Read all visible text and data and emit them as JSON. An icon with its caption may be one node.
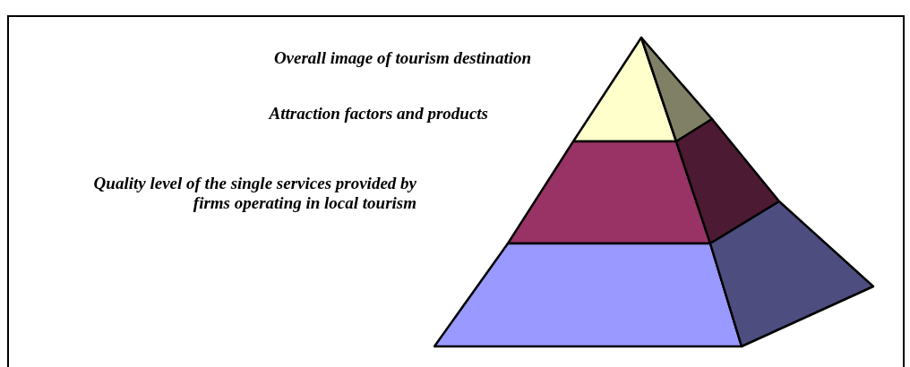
{
  "diagram": {
    "labels": [
      "Overall image of tourism destination",
      "Attraction factors and products",
      "Quality level of the single services provided by firms operating in local tourism"
    ]
  }
}
